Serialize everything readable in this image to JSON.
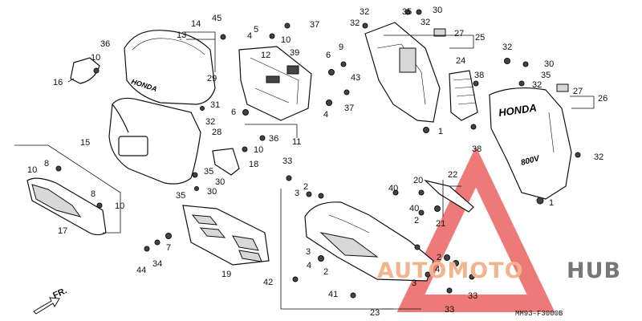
{
  "diagram": {
    "code": "MM93–F3000B",
    "direction_label": "FR.",
    "callouts": {
      "c1a": "1",
      "c1b": "1",
      "c2a": "2",
      "c2b": "2",
      "c2c": "2",
      "c2d": "2",
      "c3a": "3",
      "c3b": "3",
      "c3c": "3",
      "c4a": "4",
      "c4b": "4",
      "c5": "5",
      "c6a": "6",
      "c6b": "6",
      "c7": "7",
      "c8a": "8",
      "c8b": "8",
      "c9": "9",
      "c10a": "10",
      "c10b": "10",
      "c10c": "10",
      "c10d": "10",
      "c11": "11",
      "c12": "12",
      "c13": "13",
      "c14": "14",
      "c15": "15",
      "c16": "16",
      "c17": "17",
      "c18": "18",
      "c19": "19",
      "c20": "20",
      "c21": "21",
      "c22": "22",
      "c23": "23",
      "c24": "24",
      "c25": "25",
      "c26": "26",
      "c27a": "27",
      "c27b": "27",
      "c28": "28",
      "c29": "29",
      "c30a": "30",
      "c30b": "30",
      "c30c": "30",
      "c30d": "30",
      "c31": "31",
      "c32a": "32",
      "c32b": "32",
      "c32c": "32",
      "c32d": "32",
      "c32e": "32",
      "c32f": "32",
      "c33a": "33",
      "c33b": "33",
      "c33c": "33",
      "c33d": "33",
      "c34": "34",
      "c35a": "35",
      "c35b": "35",
      "c35c": "35",
      "c35d": "35",
      "c36a": "36",
      "c36b": "36",
      "c37a": "37",
      "c37b": "37",
      "c38a": "38",
      "c38b": "38",
      "c39": "39",
      "c40a": "40",
      "c40b": "40",
      "c41": "41",
      "c42": "42",
      "c43": "43",
      "c44": "44",
      "c45": "45"
    },
    "part_labels": {
      "honda_windscreen": "HONDA",
      "honda_cowl": "HONDA",
      "badge": "800V"
    }
  },
  "watermark": {
    "brand_a": "AUTOMOTO",
    "brand_b": "HUB",
    "colors": {
      "red": "#e8524f",
      "orange": "#f2b48c",
      "gray": "#777777"
    }
  }
}
